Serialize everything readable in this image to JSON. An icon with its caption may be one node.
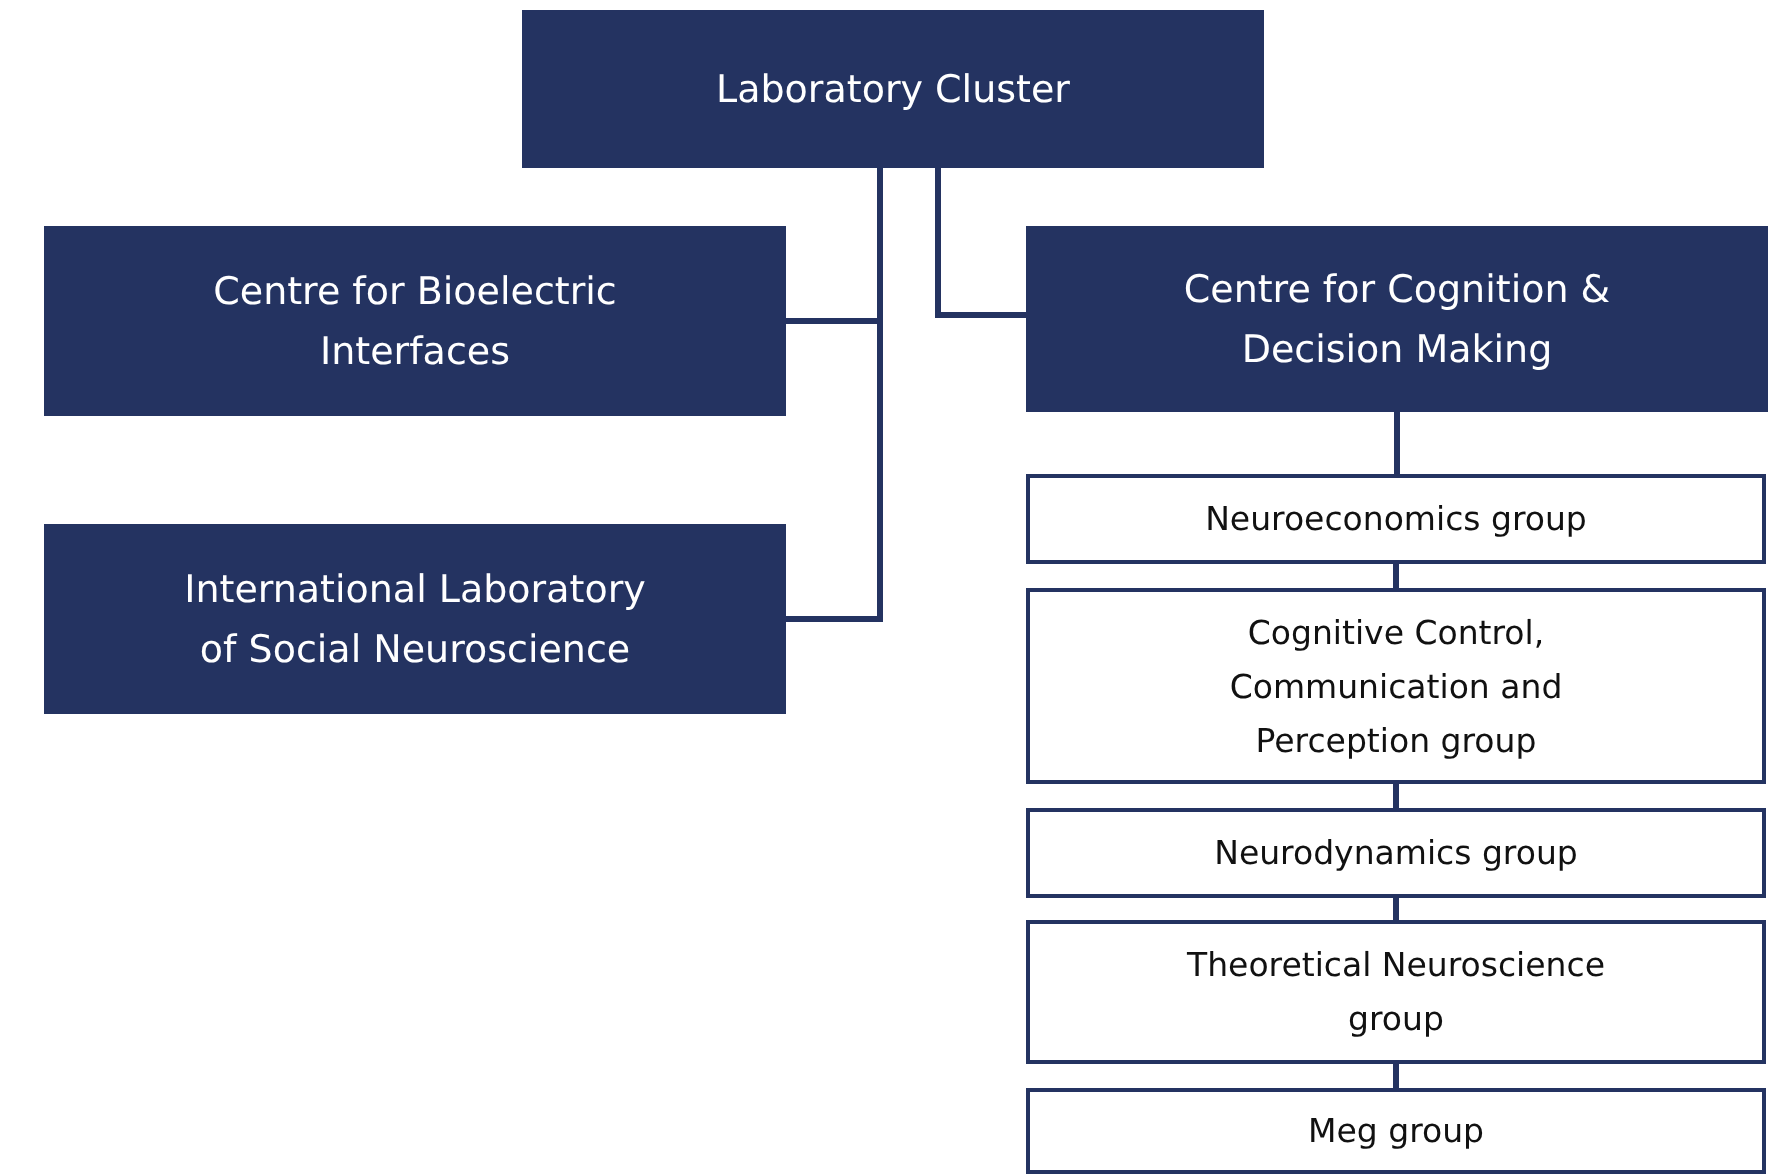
{
  "diagram": {
    "nodes": [
      {
        "text": [
          "Laboratory Cluster"
        ]
      },
      {
        "text": [
          "Centre for Bioelectric Interfaces"
        ]
      },
      {
        "text": [
          "Centre for Cognition & Decision Making"
        ]
      },
      {
        "text": [
          "International Laboratory of Social Neuroscience"
        ]
      },
      {
        "text": [
          "Neuroeconomics group"
        ]
      },
      {
        "text": [
          "Cognitive Control, Communication and Perception group"
        ]
      },
      {
        "text": [
          "Neurodynamics group"
        ]
      },
      {
        "text": [
          "Theoretical Neuroscience group"
        ]
      },
      {
        "text": [
          "Meg group"
        ]
      }
    ],
    "edges": [
      {
        "from": 0,
        "to": 1,
        "arrow": "none"
      },
      {
        "from": 0,
        "to": 3,
        "arrow": "none"
      },
      {
        "from": 0,
        "to": 2,
        "arrow": "none"
      },
      {
        "from": 2,
        "to": 4,
        "arrow": "none"
      },
      {
        "from": 4,
        "to": 5,
        "arrow": "none"
      },
      {
        "from": 5,
        "to": 6,
        "arrow": "none"
      },
      {
        "from": 6,
        "to": 7,
        "arrow": "none"
      },
      {
        "from": 7,
        "to": 8,
        "arrow": "none"
      }
    ]
  }
}
